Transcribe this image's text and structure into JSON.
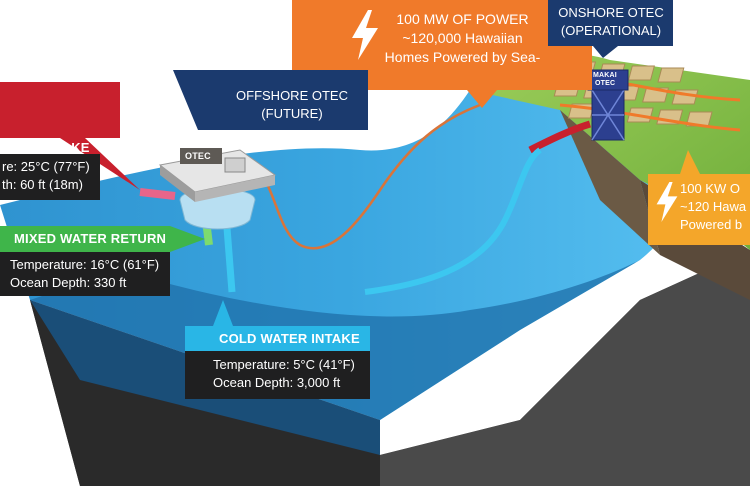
{
  "colors": {
    "orange": "#f07a2a",
    "navy": "#1b3a6e",
    "red": "#c8202d",
    "green": "#3fb54a",
    "cyan": "#29b6e6",
    "gold": "#f4a62a",
    "dark": "#1f1f20"
  },
  "callouts": {
    "power_100mw": {
      "line1": "100 MW OF POWER",
      "line2": "~120,000 Hawaiian",
      "line3": "Homes Powered by Sea-",
      "icon": "lightning-bolt-icon"
    },
    "onshore": {
      "line1": "ONSHORE OTEC",
      "line2": "(OPERATIONAL)"
    },
    "offshore": {
      "line1": "OFFSHORE OTEC",
      "line2": "(FUTURE)"
    },
    "power_100kw": {
      "line1": "100 KW O",
      "line2": "~120 Hawa",
      "line3": "Powered b",
      "icon": "lightning-bolt-icon"
    }
  },
  "warm_intake": {
    "title": "ATER INTAKE",
    "line1": "re: 25°C (77°F)",
    "line2": "th: 60 ft (18m)"
  },
  "mixed_return": {
    "title": "MIXED WATER RETURN",
    "line1": "Temperature: 16°C (61°F)",
    "line2": "Ocean Depth: 330 ft"
  },
  "cold_intake": {
    "title": "COLD WATER INTAKE",
    "line1": "Temperature: 5°C (41°F)",
    "line2": "Ocean Depth: 3,000 ft"
  },
  "platform_label": "OTEC",
  "tower_label_1": "MAKAI",
  "tower_label_2": "OTEC"
}
